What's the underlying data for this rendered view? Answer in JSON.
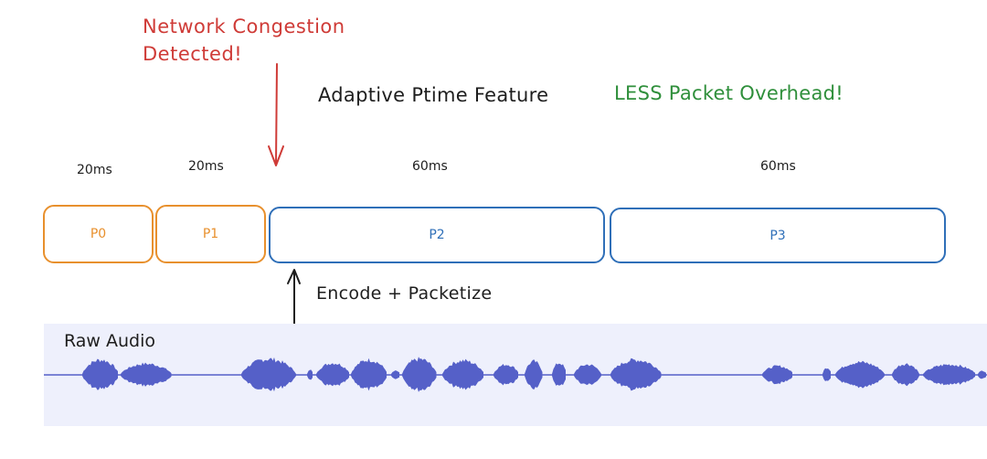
{
  "annotations": {
    "alert_line1": "Network Congestion",
    "alert_line2": "Detected!",
    "title": "Adaptive Ptime Feature",
    "benefit": "LESS Packet Overhead!",
    "encode": "Encode + Packetize",
    "audio_label": "Raw Audio"
  },
  "packets": [
    {
      "label": "P0",
      "duration": "20ms",
      "color": "#e8902d"
    },
    {
      "label": "P1",
      "duration": "20ms",
      "color": "#e8902d"
    },
    {
      "label": "P2",
      "duration": "60ms",
      "color": "#2f6fb8"
    },
    {
      "label": "P3",
      "duration": "60ms",
      "color": "#2f6fb8"
    }
  ],
  "colors": {
    "alert": "#cf3b37",
    "benefit": "#2f8f3b",
    "short_packet": "#e8902d",
    "long_packet": "#2f6fb8",
    "waveform": "#5560c8",
    "audio_background": "#eef0fc"
  }
}
